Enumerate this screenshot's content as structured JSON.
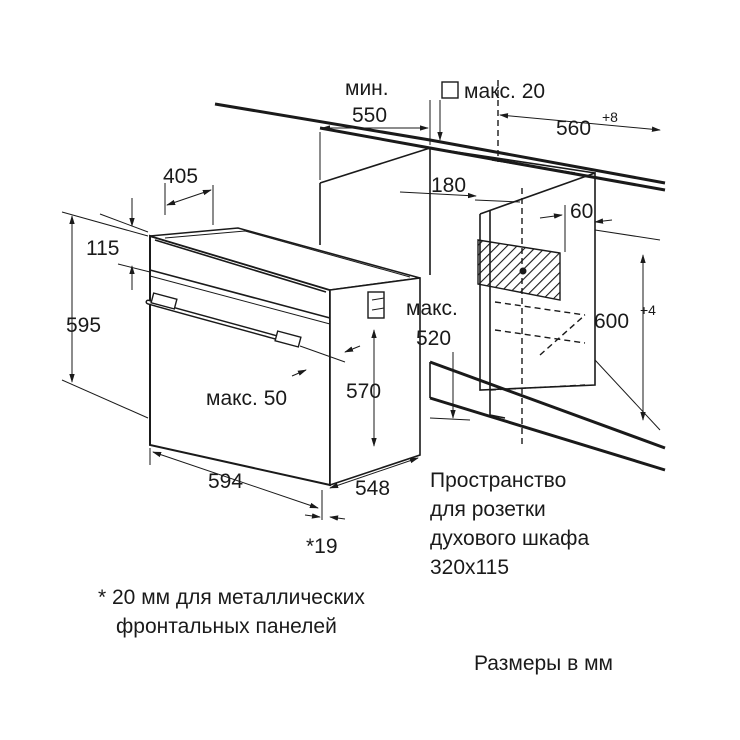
{
  "dimensions": {
    "min_label": "мин.",
    "min_value": "550",
    "max20": "макс. 20",
    "w560": "560",
    "w560_sup": "+8",
    "d405": "405",
    "d180": "180",
    "d60": "60",
    "h115": "115",
    "h595": "595",
    "max520_label": "макс.",
    "max520_value": "520",
    "h600": "600",
    "h600_sup": "+4",
    "h570": "570",
    "max50": "макс. 50",
    "w594": "594",
    "d548": "548",
    "star19": "*19"
  },
  "outlet_note": {
    "line1": "Пространство",
    "line2": "для розетки",
    "line3": "духового шкафа",
    "line4": "320x115"
  },
  "footnote": {
    "line1": "* 20 мм для металлических",
    "line2": "фронтальных панелей"
  },
  "units": "Размеры в мм"
}
